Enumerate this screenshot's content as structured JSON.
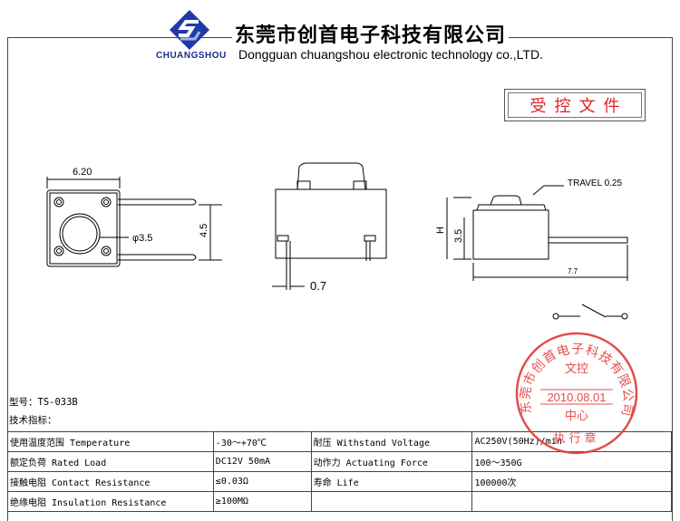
{
  "header": {
    "company_cn": "东莞市创首电子科技有限公司",
    "company_en": "Dongguan chuangshou electronic technology co.,LTD.",
    "logo_text": "CHUANGSHOU"
  },
  "control_label": "受控文件",
  "drawing": {
    "dim_width": "6.20",
    "dim_diameter": "φ3.5",
    "dim_height_front": "4.5",
    "dim_pin": "0.7",
    "travel": "TRAVEL 0.25",
    "dim_h": "H",
    "dim_3_5": "3.5",
    "dim_7_7": "7.7"
  },
  "model_line": "型号：TS-033B",
  "spec_title": "技术指标：",
  "specs": [
    [
      "使用温度范围 Temperature",
      "-30～+70℃",
      "耐压 Withstand Voltage",
      "AC250V(50Hz)/min"
    ],
    [
      "额定负荷 Rated Load",
      "DC12V 50mA",
      "动作力 Actuating Force",
      "100～350G"
    ],
    [
      "接触电阻 Contact Resistance",
      "≤0.03Ω",
      "寿命 Life",
      "100000次"
    ],
    [
      "绝缘电阻 Insulation Resistance",
      "≥100MΩ",
      "",
      ""
    ]
  ],
  "stamp": {
    "ring_text": "东莞市创首电子科技有限公司",
    "line1": "文控",
    "date": "2010.08.01",
    "line2": "中心",
    "bottom": "执行章"
  },
  "colors": {
    "stamp_red": "#e23a3a",
    "logo_blue": "#1f3aa8",
    "control_red": "#d22222"
  }
}
